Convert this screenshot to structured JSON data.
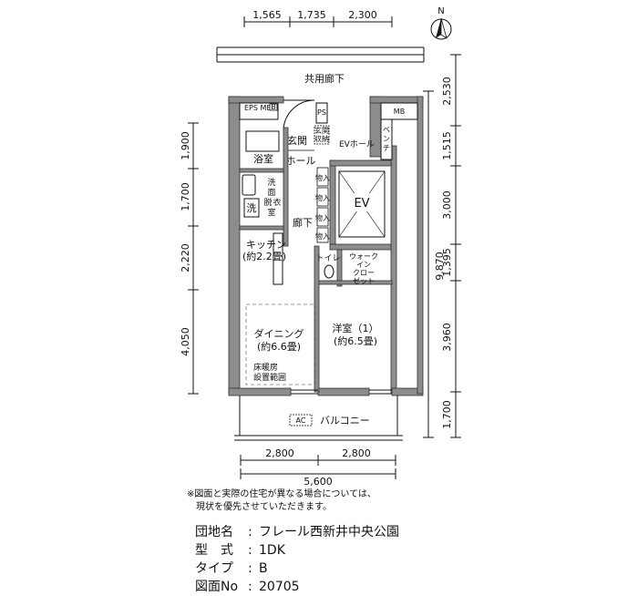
{
  "plan": {
    "dims_top": [
      "1,565",
      "1,735",
      "2,300"
    ],
    "dims_right": [
      "2,530",
      "1,515",
      "3,000",
      "1,395",
      "3,960",
      "1,700"
    ],
    "dim_total_right": "9,870",
    "dims_left": [
      "1,900",
      "1,700",
      "2,220",
      "4,050"
    ],
    "dims_bottom": [
      "2,800",
      "2,800"
    ],
    "dim_total_bottom": "5,600",
    "north": "N",
    "corridor": "共用廊下",
    "eps_mb": "EPS MB",
    "mb_small": "B",
    "mb": "MB",
    "ps": "PS",
    "shoe_storage": [
      "玄関",
      "収納"
    ],
    "entrance": "玄関",
    "hall": "ホール",
    "ev_hall": "EVホール",
    "bench": [
      "ベ",
      "ン",
      "チ"
    ],
    "bath": "浴室",
    "senmen": [
      "洗",
      "面",
      "脱",
      "衣",
      "室"
    ],
    "sen": "洗",
    "storage": "物入",
    "ev": "EV",
    "rouka": "廊下",
    "kitchen": [
      "キッチン",
      "(約2.2畳)"
    ],
    "toilet": "トイレ",
    "walkin": [
      "ウォーク",
      "イン",
      "クロー",
      "ゼット"
    ],
    "dining": [
      "ダイニング",
      "(約6.6畳)"
    ],
    "floor_heating": [
      "床暖房",
      "設置範囲"
    ],
    "western": [
      "洋室（1）",
      "(約6.5畳)"
    ],
    "ac": "AC",
    "balcony": "バルコニー"
  },
  "notes": [
    "※図面と実際の住宅が異なる場合については、",
    "　現状を優先させていただきます。"
  ],
  "info": [
    {
      "label": "団地名",
      "value": "フレール西新井中央公園"
    },
    {
      "label": "型　式",
      "value": "1DK"
    },
    {
      "label": "タイプ",
      "value": "B"
    },
    {
      "label": "図面No",
      "value": "20705"
    }
  ]
}
